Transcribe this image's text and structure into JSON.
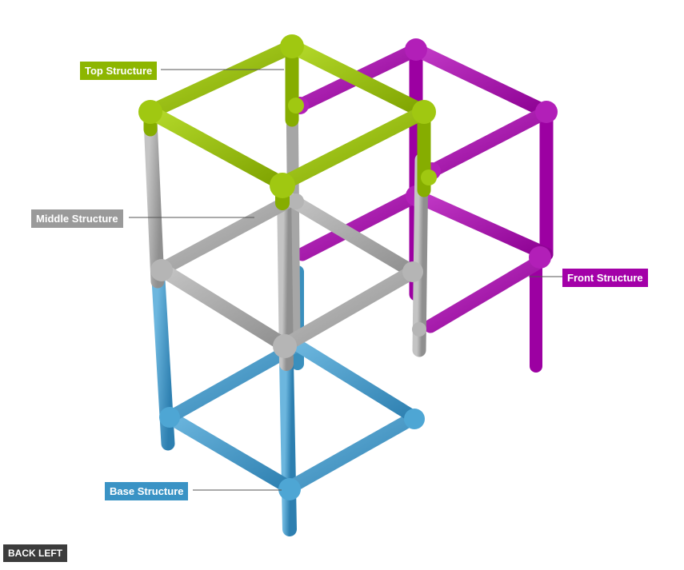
{
  "labels": {
    "top": "Top Structure",
    "middle": "Middle Structure",
    "front": "Front Structure",
    "base": "Base Structure"
  },
  "view_button": {
    "label": "BACK LEFT"
  },
  "colors": {
    "top": "#8db600",
    "middle": "#9a9a9a",
    "front": "#a300a8",
    "base": "#3a93c5",
    "button": "#3c3c3c",
    "leader_line": "#555555"
  }
}
